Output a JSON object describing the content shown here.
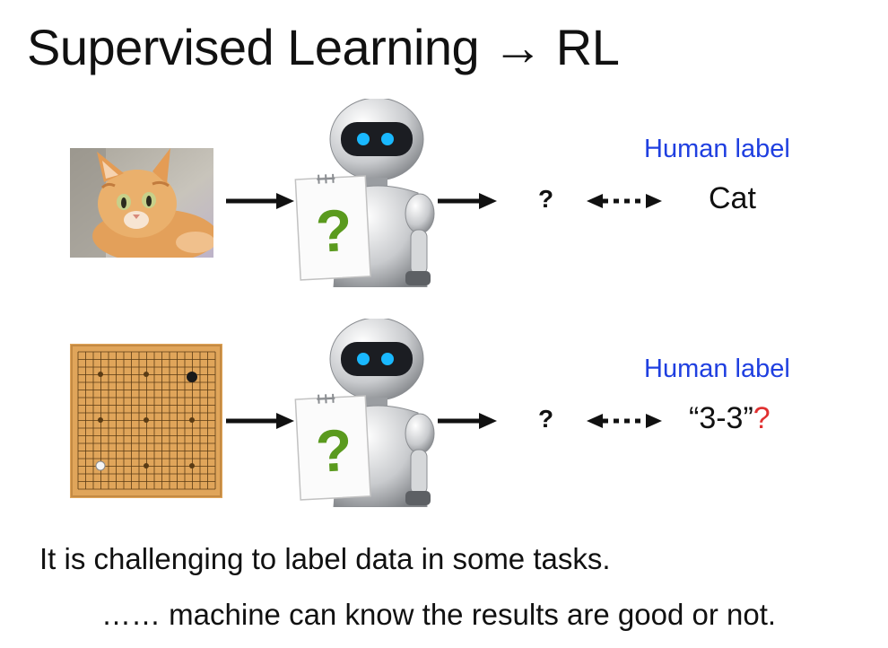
{
  "slide": {
    "title": "Supervised Learning → RL",
    "captions": [
      "It is challenging to label data in some tasks.",
      "…… machine can know the results are good or not."
    ]
  },
  "rows": [
    {
      "input_icon": "cat-photo",
      "robot_sign_text": "?",
      "output": "?",
      "caption": "Human label",
      "label_value": "Cat",
      "label_suffix": ""
    },
    {
      "input_icon": "go-board",
      "robot_sign_text": "?",
      "output": "?",
      "caption": "Human label",
      "label_value": "“3-3”",
      "label_suffix": "?"
    }
  ],
  "colors": {
    "human_label": "#1f3fe0",
    "label_question": "#e03030",
    "sign_question": "#5a9a1e"
  }
}
